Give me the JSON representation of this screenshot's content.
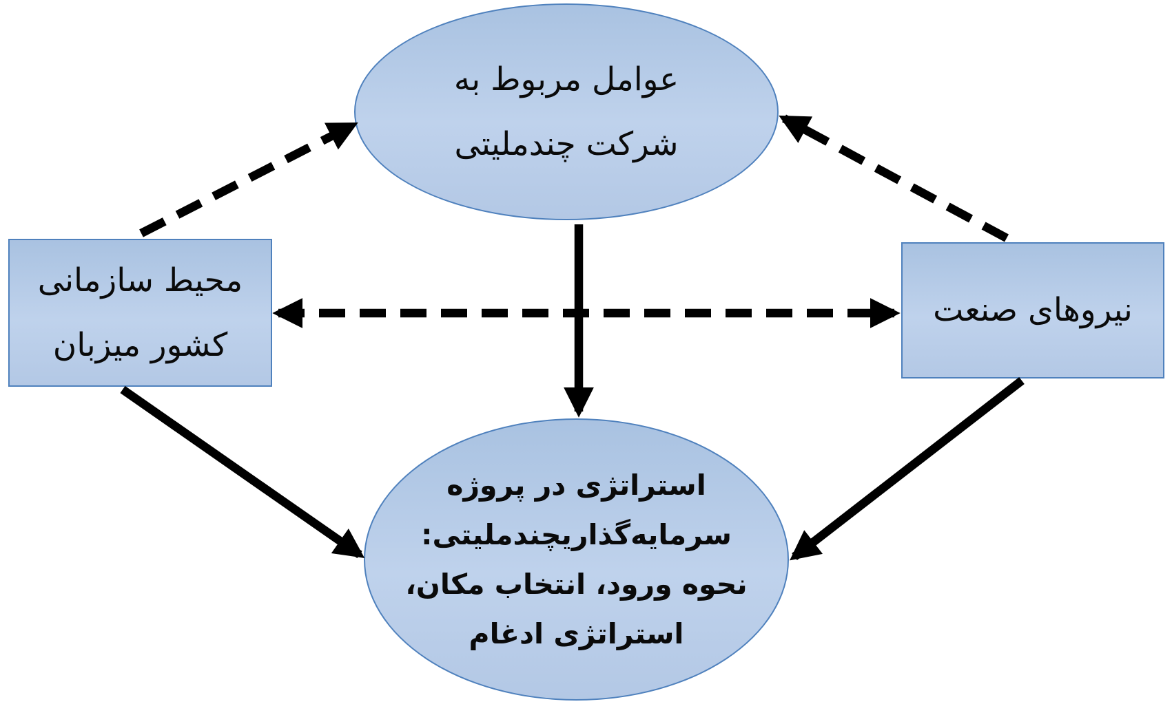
{
  "diagram": {
    "colors": {
      "background": "#ffffff",
      "node_fill": "#b8cce4",
      "node_border": "#4f81bd",
      "arrow": "#000000",
      "text": "#0a0a0a"
    },
    "nodes": {
      "top_ellipse": {
        "shape": "ellipse",
        "lines": [
          "عوامل مربوط به",
          "شرکت چندملیتی"
        ]
      },
      "left_rect": {
        "shape": "rectangle",
        "lines": [
          "محیط سازمانی",
          "کشور میزبان"
        ]
      },
      "right_rect": {
        "shape": "rectangle",
        "lines": [
          "نیروهای صنعت"
        ]
      },
      "bottom_ellipse": {
        "shape": "ellipse",
        "lines": [
          "استراتژی در پروژه",
          "سرمایه‌گذاریچندملیتی:",
          "نحوه ورود، انتخاب مکان،",
          "استراتژی ادغام"
        ]
      }
    },
    "edges": [
      {
        "from": "left_rect",
        "to": "top_ellipse",
        "style": "dashed",
        "heads": "single"
      },
      {
        "from": "right_rect",
        "to": "top_ellipse",
        "style": "dashed",
        "heads": "single"
      },
      {
        "from": "left_rect",
        "to": "right_rect",
        "style": "dashed",
        "heads": "double"
      },
      {
        "from": "top_ellipse",
        "to": "bottom_ellipse",
        "style": "solid",
        "heads": "single"
      },
      {
        "from": "left_rect",
        "to": "bottom_ellipse",
        "style": "solid",
        "heads": "single"
      },
      {
        "from": "right_rect",
        "to": "bottom_ellipse",
        "style": "solid",
        "heads": "single"
      }
    ]
  }
}
